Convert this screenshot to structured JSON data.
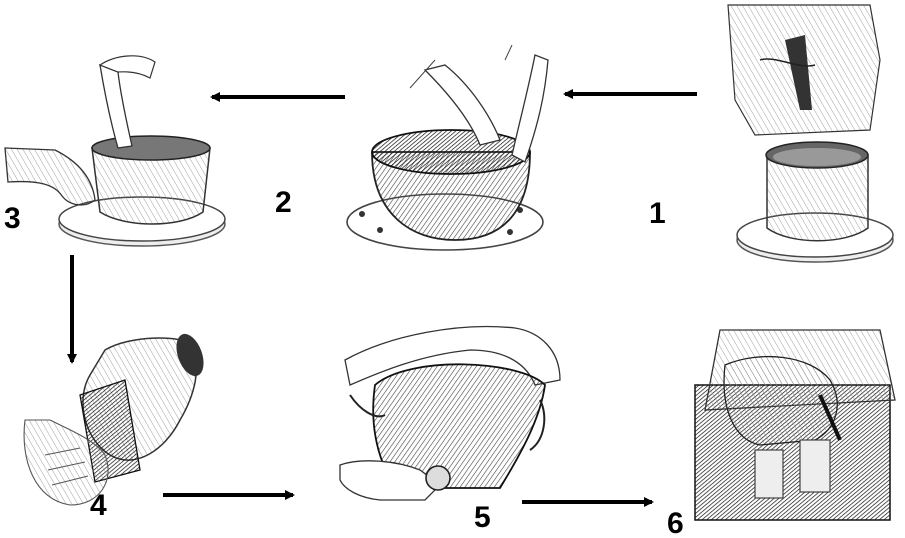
{
  "steps": [
    {
      "number": "1"
    },
    {
      "number": "2"
    },
    {
      "number": "3"
    },
    {
      "number": "4"
    },
    {
      "number": "5"
    },
    {
      "number": "6"
    }
  ],
  "colors": {
    "ink": "#000000",
    "shade": "#555555",
    "light": "#9a9a9a",
    "paper": "#ffffff"
  }
}
